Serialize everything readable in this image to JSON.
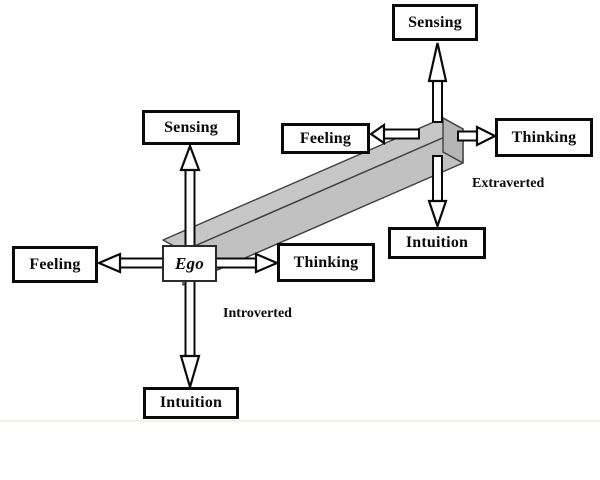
{
  "diagram": {
    "colors": {
      "background": "#ffffff",
      "beam_top": "#c7c7c7",
      "beam_front": "#c1c1c1",
      "beam_cap": "#b5b5b5",
      "box_border": "#0a0a0a",
      "baseline": "#efebe4"
    },
    "introverted": {
      "center": "Ego",
      "sensing": "Sensing",
      "feeling": "Feeling",
      "thinking": "Thinking",
      "intuition": "Intuition",
      "label": "Introverted"
    },
    "extraverted": {
      "sensing": "Sensing",
      "feeling": "Feeling",
      "thinking": "Thinking",
      "intuition": "Intuition",
      "label": "Extraverted"
    }
  }
}
